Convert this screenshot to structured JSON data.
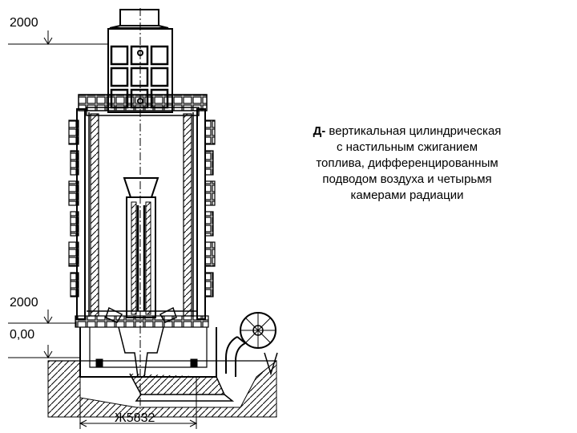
{
  "elevations": {
    "top": "2000",
    "mid": "2000",
    "zero": "0,00"
  },
  "dimension": {
    "width": "Ж5832"
  },
  "caption": {
    "label": "Д-",
    "lines": [
      "вертикальная цилиндрическая",
      "с настильным сжиганием",
      "топлива, дифференцированным",
      "подводом воздуха и четырьмя",
      "камерами радиации"
    ]
  }
}
